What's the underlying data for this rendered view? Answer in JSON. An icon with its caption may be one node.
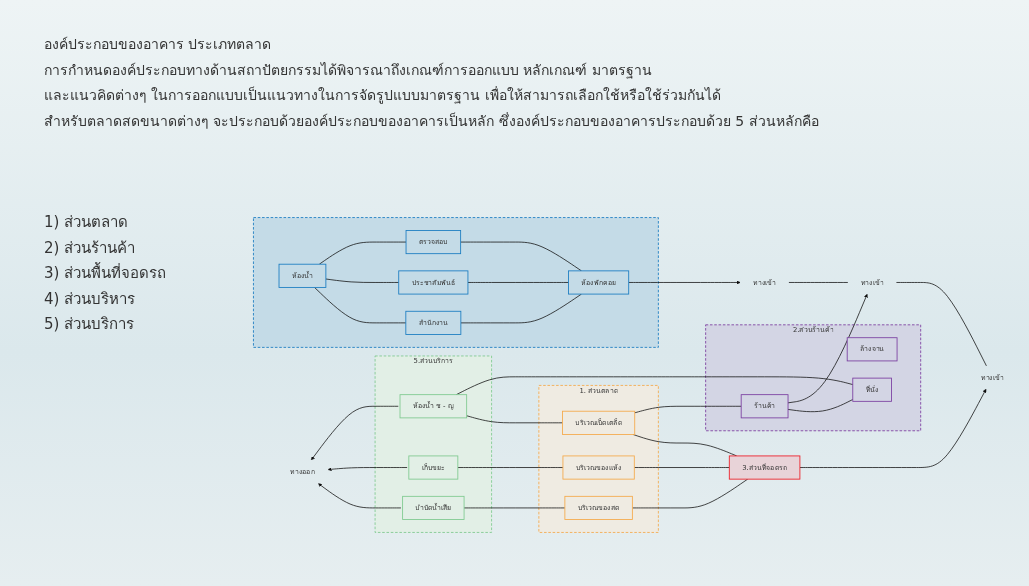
{
  "diagram": {
    "title": "องค์ประกอบของอาคาร ประเภทตลาด",
    "nodes": [
      {
        "text": [
          "5.ส่วนบริการ"
        ]
      },
      {
        "text": [
          "บำบัดน้ำเสีย"
        ],
        "in": 0
      },
      {
        "text": [
          "เก็บขยะ"
        ],
        "in": 0
      },
      {
        "text": [
          "ห้องน้ำ ช - ญ"
        ],
        "in": 0
      },
      {
        "text": [
          "1. ส่วนตลาด"
        ]
      },
      {
        "text": [
          "บริเวณของสด"
        ],
        "in": 4
      },
      {
        "text": [
          "บริเวณของแห้ง"
        ],
        "in": 4
      },
      {
        "text": [
          "บริเวณเบ็ดเตล็ด"
        ],
        "in": 4
      },
      {
        "text": [
          "3.ส่วนที่จอดรถ"
        ]
      },
      {
        "text": [],
        "shape": "box"
      },
      {
        "text": [
          "ห้องน้ำ"
        ],
        "in": 9
      },
      {
        "text": [
          "สำนักงาน"
        ],
        "in": 9
      },
      {
        "text": [
          "ประชาสัมพันธ์"
        ],
        "in": 9
      },
      {
        "text": [
          "ตรวจสอบ"
        ],
        "in": 9
      },
      {
        "text": [
          "ห้องพักคอย"
        ],
        "in": 9
      },
      {
        "text": [
          "2.ส่วนร้านค้า"
        ]
      },
      {
        "text": [
          "ร้านค้า"
        ],
        "in": 15
      },
      {
        "text": [
          "ล้างจาน"
        ],
        "in": 15
      },
      {
        "text": [
          "ที่นั่ง"
        ],
        "in": 15
      },
      {
        "text": [
          "ทางออก"
        ]
      },
      {
        "text": [
          "ทางเข้า"
        ]
      },
      {
        "text": [
          "ทางเข้า"
        ]
      },
      {
        "text": [
          "ทางเข้า"
        ]
      }
    ],
    "edges": [
      {
        "from": 1,
        "to": 5,
        "arrow": "none"
      },
      {
        "from": 2,
        "to": 6,
        "arrow": "none"
      },
      {
        "from": 3,
        "to": 7,
        "arrow": "none"
      },
      {
        "from": 1,
        "to": 19,
        "arrow": "to"
      },
      {
        "from": 2,
        "to": 19,
        "arrow": "to"
      },
      {
        "from": 3,
        "to": 19,
        "arrow": "to"
      },
      {
        "from": 5,
        "to": 8,
        "arrow": "none"
      },
      {
        "from": 6,
        "to": 8,
        "arrow": "none"
      },
      {
        "from": 7,
        "to": 8,
        "arrow": "none"
      },
      {
        "from": 7,
        "to": 16,
        "arrow": "none"
      },
      {
        "from": 3,
        "to": 18,
        "arrow": "none"
      },
      {
        "from": 16,
        "to": 18,
        "arrow": "none"
      },
      {
        "from": 10,
        "to": 11,
        "arrow": "none"
      },
      {
        "from": 10,
        "to": 12,
        "arrow": "none"
      },
      {
        "from": 10,
        "to": 13,
        "arrow": "none"
      },
      {
        "from": 11,
        "to": 14,
        "arrow": "none"
      },
      {
        "from": 12,
        "to": 14,
        "arrow": "none"
      },
      {
        "from": 13,
        "to": 14,
        "arrow": "none"
      },
      {
        "from": 14,
        "to": 20,
        "arrow": "to"
      },
      {
        "from": 16,
        "to": 21,
        "arrow": "to"
      },
      {
        "from": 8,
        "to": 22,
        "arrow": "to"
      },
      {
        "from": 20,
        "to": 21,
        "arrow": "none"
      },
      {
        "from": 21,
        "to": 22,
        "arrow": "none"
      }
    ],
    "labels": [
      "การกำหนดองค์ประกอบทางด้านสถาปัตยกรรมได้พิจารณาถึงเกณฑ์การออกแบบ หลักเกณฑ์ มาตรฐาน",
      "และแนวคิดต่างๆ ในการออกแบบเป็นแนวทางในการจัดรูปแบบมาตรฐาน เพื่อให้สามารถเลือกใช้หรือใช้ร่วมกันได้",
      "สำหรับตลาดสดขนาดต่างๆ จะประกอบด้วยองค์ประกอบของอาคารเป็นหลัก ซึ่งองค์ประกอบของอาคารประกอบด้วย 5 ส่วนหลักคือ",
      "1) ส่วนตลาด",
      "2) ส่วนร้านค้า",
      "3) ส่วนพื้นที่จอดรถ",
      "4) ส่วนบริหาร",
      "5) ส่วนบริการ"
    ]
  }
}
